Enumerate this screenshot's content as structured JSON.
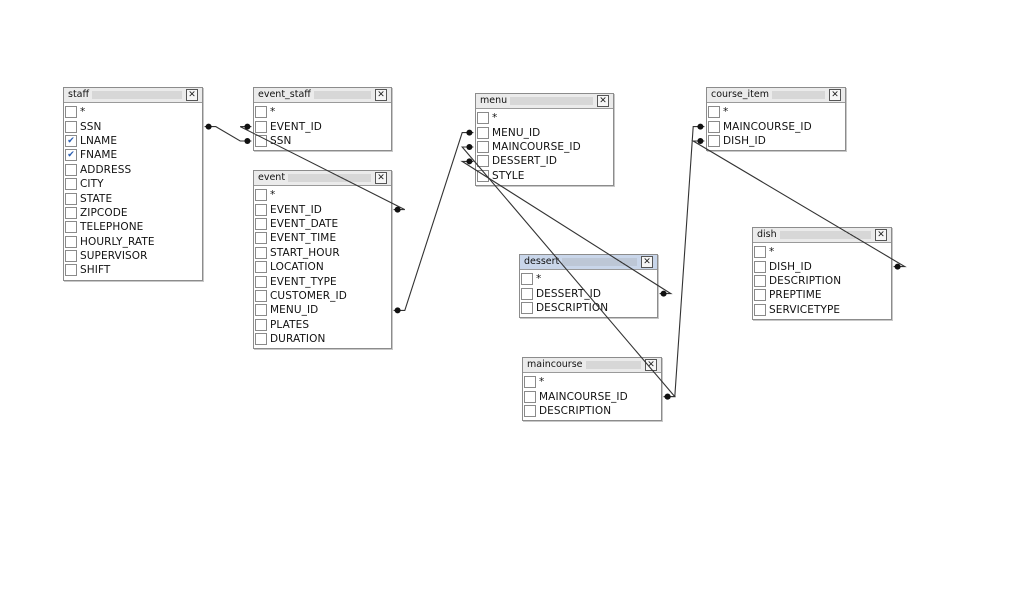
{
  "tables": [
    {
      "id": "staff",
      "title": "staff",
      "selected": false,
      "fields": [
        {
          "label": "*",
          "checked": false
        },
        {
          "label": "SSN",
          "checked": false
        },
        {
          "label": "LNAME",
          "checked": true
        },
        {
          "label": "FNAME",
          "checked": true
        },
        {
          "label": "ADDRESS",
          "checked": false
        },
        {
          "label": "CITY",
          "checked": false
        },
        {
          "label": "STATE",
          "checked": false
        },
        {
          "label": "ZIPCODE",
          "checked": false
        },
        {
          "label": "TELEPHONE",
          "checked": false
        },
        {
          "label": "HOURLY_RATE",
          "checked": false
        },
        {
          "label": "SUPERVISOR",
          "checked": false
        },
        {
          "label": "SHIFT",
          "checked": false
        }
      ]
    },
    {
      "id": "event_staff",
      "title": "event_staff",
      "selected": false,
      "fields": [
        {
          "label": "*",
          "checked": false
        },
        {
          "label": "EVENT_ID",
          "checked": false
        },
        {
          "label": "SSN",
          "checked": false
        }
      ]
    },
    {
      "id": "event",
      "title": "event",
      "selected": false,
      "fields": [
        {
          "label": "*",
          "checked": false
        },
        {
          "label": "EVENT_ID",
          "checked": false
        },
        {
          "label": "EVENT_DATE",
          "checked": false
        },
        {
          "label": "EVENT_TIME",
          "checked": false
        },
        {
          "label": "START_HOUR",
          "checked": false
        },
        {
          "label": "LOCATION",
          "checked": false
        },
        {
          "label": "EVENT_TYPE",
          "checked": false
        },
        {
          "label": "CUSTOMER_ID",
          "checked": false
        },
        {
          "label": "MENU_ID",
          "checked": false
        },
        {
          "label": "PLATES",
          "checked": false
        },
        {
          "label": "DURATION",
          "checked": false
        }
      ]
    },
    {
      "id": "menu",
      "title": "menu",
      "selected": false,
      "fields": [
        {
          "label": "*",
          "checked": false
        },
        {
          "label": "MENU_ID",
          "checked": false
        },
        {
          "label": "MAINCOURSE_ID",
          "checked": false
        },
        {
          "label": "DESSERT_ID",
          "checked": false
        },
        {
          "label": "STYLE",
          "checked": false
        }
      ]
    },
    {
      "id": "dessert",
      "title": "dessert",
      "selected": true,
      "fields": [
        {
          "label": "*",
          "checked": false
        },
        {
          "label": "DESSERT_ID",
          "checked": false
        },
        {
          "label": "DESCRIPTION",
          "checked": false
        }
      ]
    },
    {
      "id": "maincourse",
      "title": "maincourse",
      "selected": false,
      "fields": [
        {
          "label": "*",
          "checked": false
        },
        {
          "label": "MAINCOURSE_ID",
          "checked": false
        },
        {
          "label": "DESCRIPTION",
          "checked": false
        }
      ]
    },
    {
      "id": "course_item",
      "title": "course_item",
      "selected": false,
      "fields": [
        {
          "label": "*",
          "checked": false
        },
        {
          "label": "MAINCOURSE_ID",
          "checked": false
        },
        {
          "label": "DISH_ID",
          "checked": false
        }
      ]
    },
    {
      "id": "dish",
      "title": "dish",
      "selected": false,
      "fields": [
        {
          "label": "*",
          "checked": false
        },
        {
          "label": "DISH_ID",
          "checked": false
        },
        {
          "label": "DESCRIPTION",
          "checked": false
        },
        {
          "label": "PREPTIME",
          "checked": false
        },
        {
          "label": "SERVICETYPE",
          "checked": false
        }
      ]
    }
  ],
  "relations": [
    {
      "from": "staff.SSN",
      "to": "event_staff.SSN"
    },
    {
      "from": "event_staff.EVENT_ID",
      "to": "event.EVENT_ID"
    },
    {
      "from": "event.MENU_ID",
      "to": "menu.MENU_ID"
    },
    {
      "from": "menu.DESSERT_ID",
      "to": "dessert.DESSERT_ID"
    },
    {
      "from": "menu.MAINCOURSE_ID",
      "to": "maincourse.MAINCOURSE_ID"
    },
    {
      "from": "maincourse.MAINCOURSE_ID",
      "to": "course_item.MAINCOURSE_ID"
    },
    {
      "from": "course_item.DISH_ID",
      "to": "dish.DISH_ID"
    }
  ],
  "colors": {
    "line": "#333333",
    "selected_header": "#c9d6ea",
    "check": "#2a5db0"
  },
  "icons": {
    "close": "close-icon",
    "checkmark": "check-icon"
  }
}
